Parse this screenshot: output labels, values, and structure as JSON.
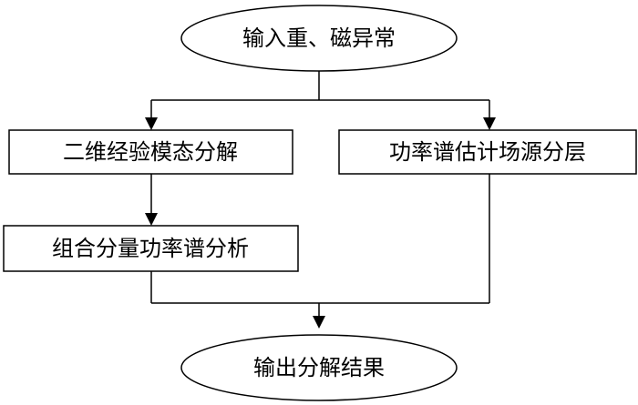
{
  "diagram": {
    "nodes": {
      "input": {
        "label": "输入重、磁异常",
        "shape": "ellipse"
      },
      "emd": {
        "label": "二维经验模态分解",
        "shape": "rectangle"
      },
      "power_spectrum_layering": {
        "label": "功率谱估计场源分层",
        "shape": "rectangle"
      },
      "component_analysis": {
        "label": "组合分量功率谱分析",
        "shape": "rectangle"
      },
      "output": {
        "label": "输出分解结果",
        "shape": "ellipse"
      }
    },
    "edges": [
      {
        "from": "input",
        "to": "emd"
      },
      {
        "from": "input",
        "to": "power_spectrum_layering"
      },
      {
        "from": "emd",
        "to": "component_analysis"
      },
      {
        "from": "component_analysis",
        "to": "output"
      },
      {
        "from": "power_spectrum_layering",
        "to": "output"
      }
    ]
  },
  "colors": {
    "stroke": "#000000",
    "background": "#ffffff",
    "text": "#000000"
  }
}
